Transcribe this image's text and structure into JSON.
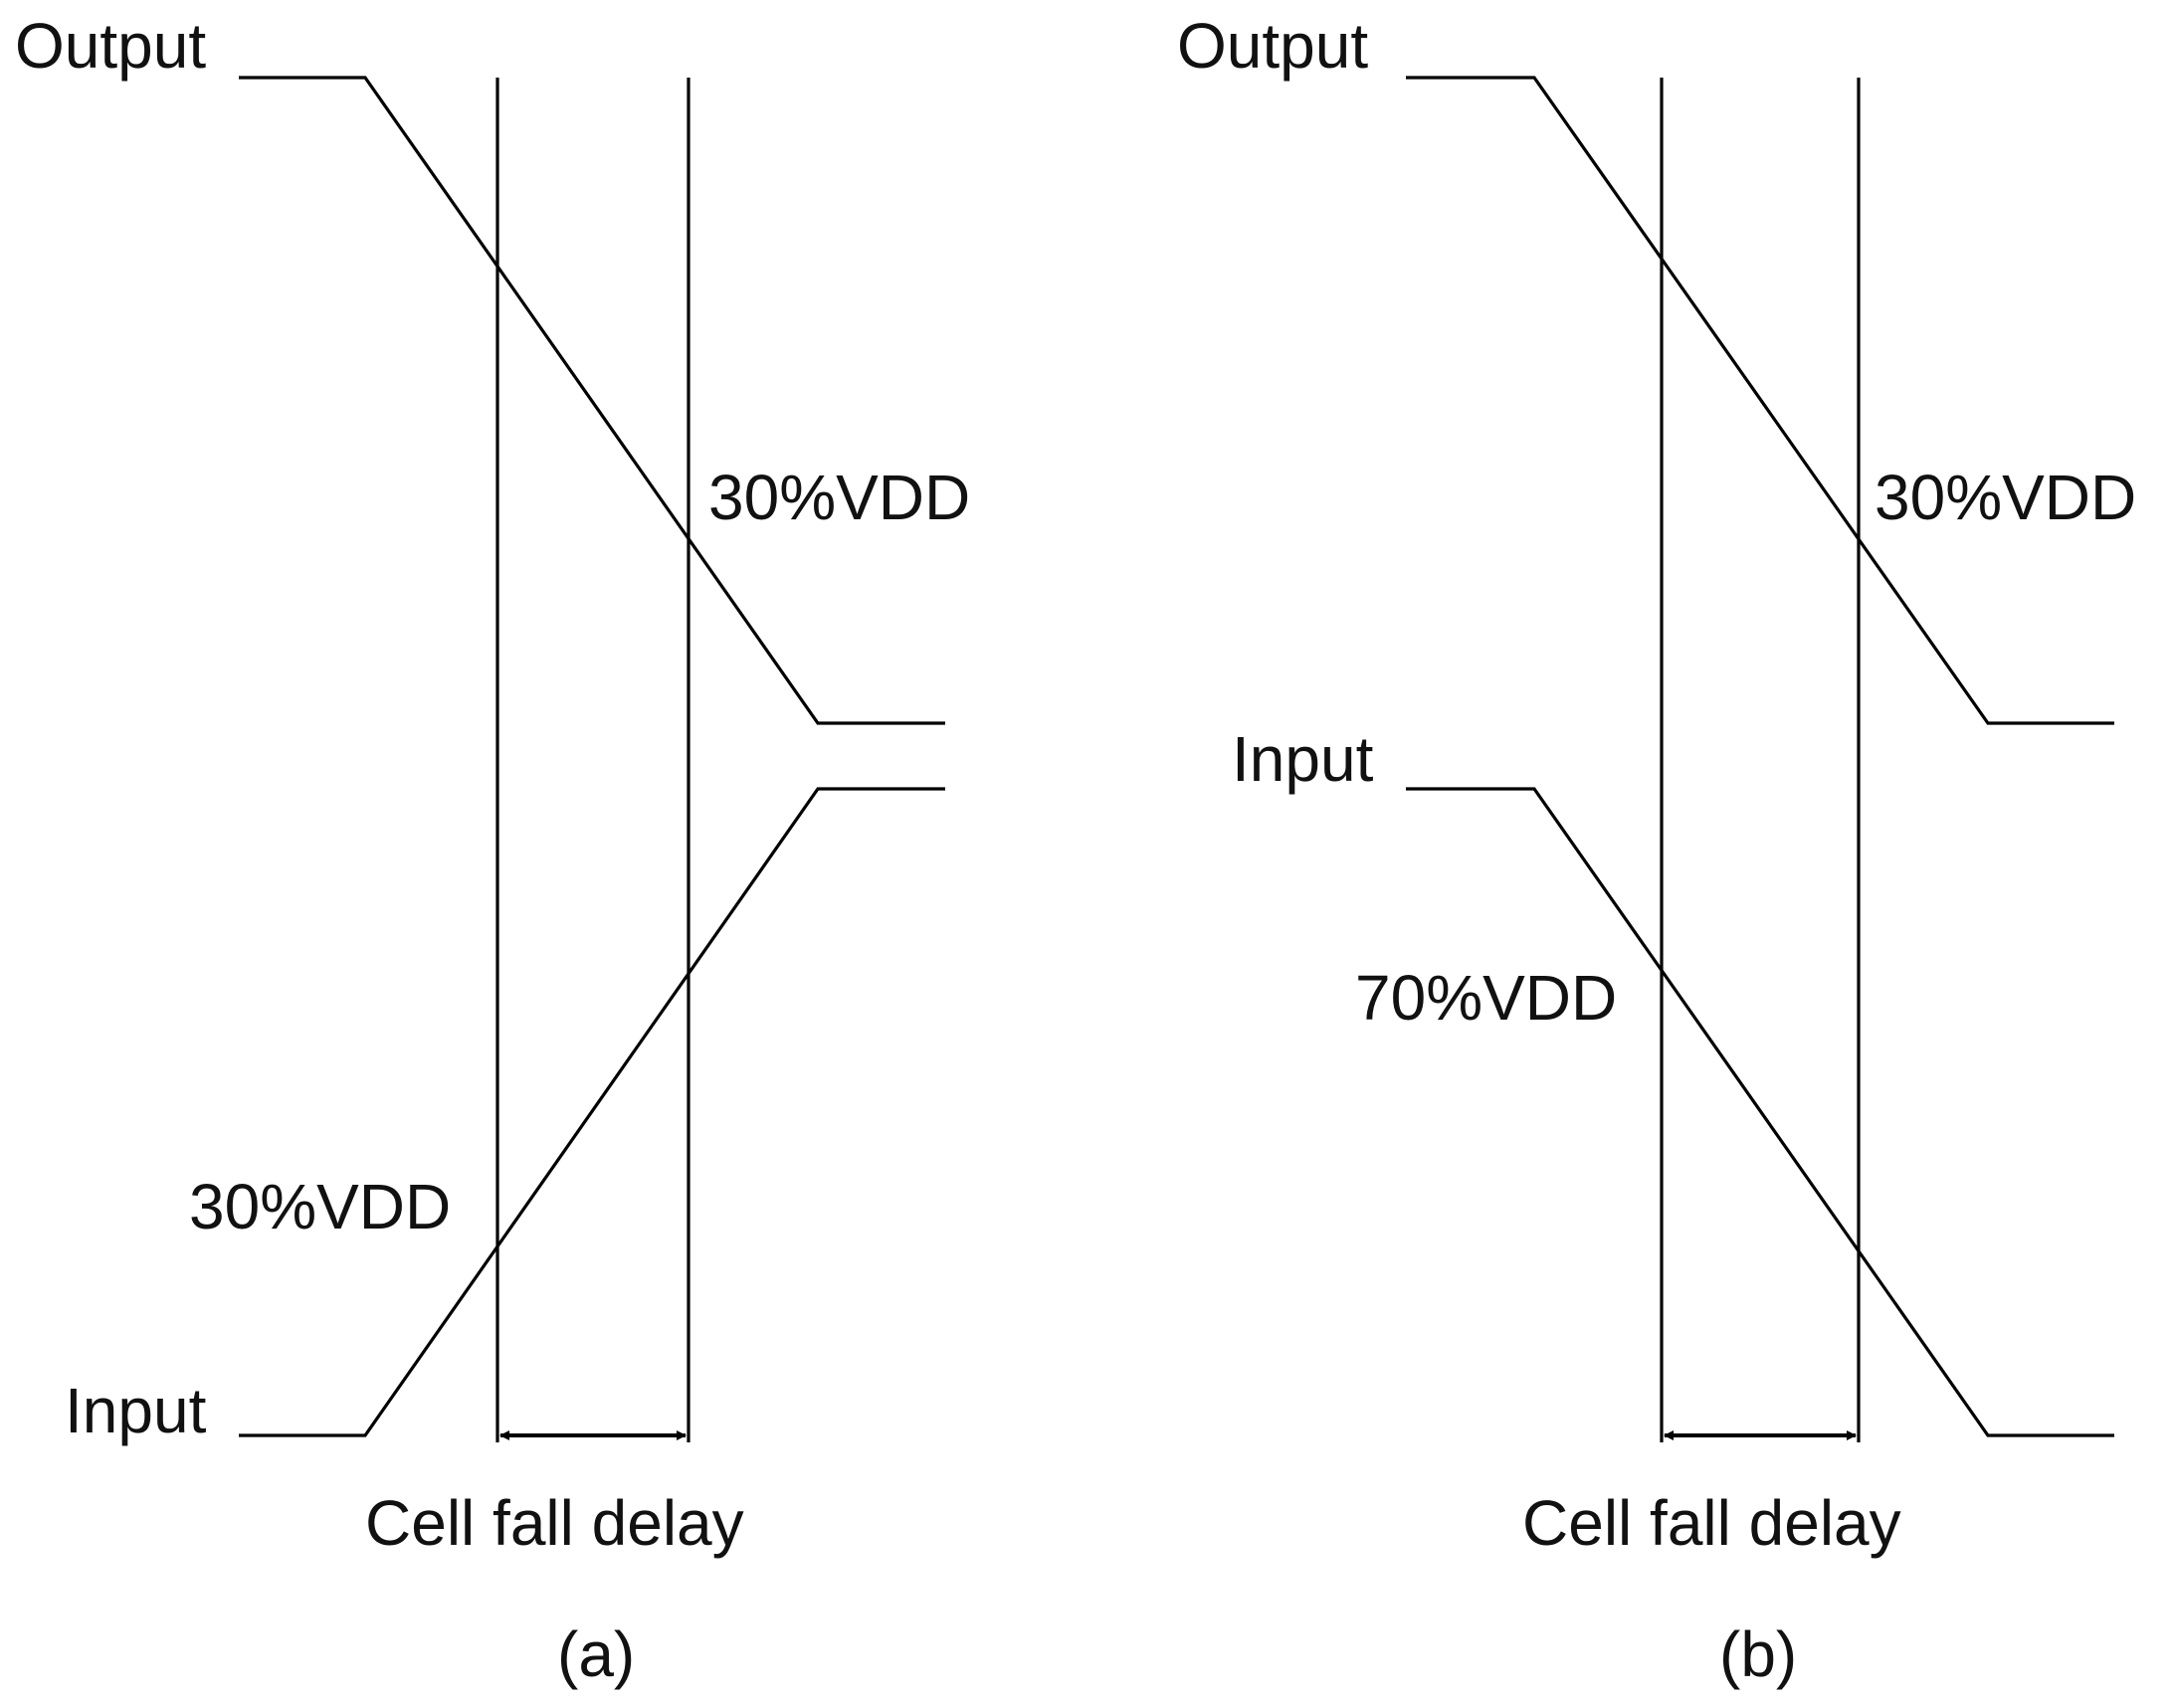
{
  "panel_a": {
    "output_label": "Output",
    "input_label": "Input",
    "output_threshold": "30%VDD",
    "input_threshold": "30%VDD",
    "delay_label": "Cell fall delay",
    "caption": "(a)"
  },
  "panel_b": {
    "output_label": "Output",
    "input_label": "Input",
    "output_threshold": "30%VDD",
    "input_threshold": "70%VDD",
    "delay_label": "Cell fall delay",
    "caption": "(b)"
  }
}
